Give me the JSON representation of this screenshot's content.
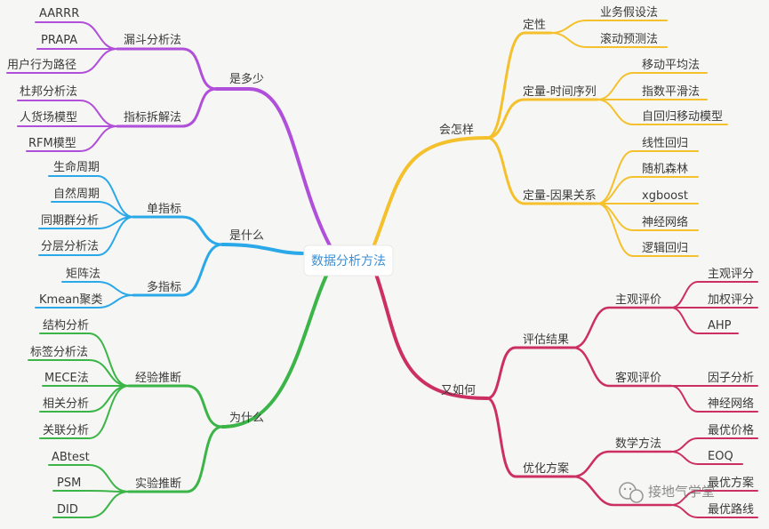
{
  "center": {
    "label": "数据分析方法"
  },
  "colors": {
    "purple": "#b04fd9",
    "blue": "#2aa8e8",
    "green": "#3cb548",
    "yellow": "#f4c02c",
    "red": "#cc2f62"
  },
  "branches": {
    "howmuch": {
      "label": "是多少",
      "funnel": {
        "label": "漏斗分析法",
        "items": [
          "AARRR",
          "PRAPA",
          "用户行为路径"
        ]
      },
      "metric_split": {
        "label": "指标拆解法",
        "items": [
          "杜邦分析法",
          "人货场模型",
          "RFM模型"
        ]
      }
    },
    "what": {
      "label": "是什么",
      "single": {
        "label": "单指标",
        "items": [
          "生命周期",
          "自然周期",
          "同期群分析",
          "分层分析法"
        ]
      },
      "multi": {
        "label": "多指标",
        "items": [
          "矩阵法",
          "Kmean聚类"
        ]
      }
    },
    "why": {
      "label": "为什么",
      "experience": {
        "label": "经验推断",
        "items": [
          "结构分析",
          "标签分析法",
          "MECE法",
          "相关分析",
          "关联分析"
        ]
      },
      "experiment": {
        "label": "实验推断",
        "items": [
          "ABtest",
          "PSM",
          "DID"
        ]
      }
    },
    "how": {
      "label": "会怎样",
      "qual": {
        "label": "定性",
        "items": [
          "业务假设法",
          "滚动预测法"
        ]
      },
      "timeseries": {
        "label": "定量-时间序列",
        "items": [
          "移动平均法",
          "指数平滑法",
          "自回归移动模型"
        ]
      },
      "causal": {
        "label": "定量-因果关系",
        "items": [
          "线性回归",
          "随机森林",
          "xgboost",
          "神经网络",
          "逻辑回归"
        ]
      }
    },
    "sowhat": {
      "label": "又如何",
      "evaluate": {
        "label": "评估结果",
        "subjective": {
          "label": "主观评价",
          "items": [
            "主观评分",
            "加权评分",
            "AHP"
          ]
        },
        "objective": {
          "label": "客观评价",
          "items": [
            "因子分析",
            "神经网络"
          ]
        }
      },
      "optimize": {
        "label": "优化方案",
        "math": {
          "label": "数学方法",
          "items": [
            "最优价格",
            "EOQ",
            "最优方案",
            "最优路线"
          ]
        }
      }
    }
  },
  "watermark": {
    "text": "接地气学堂",
    "icon": "wechat-bubble-icon"
  }
}
